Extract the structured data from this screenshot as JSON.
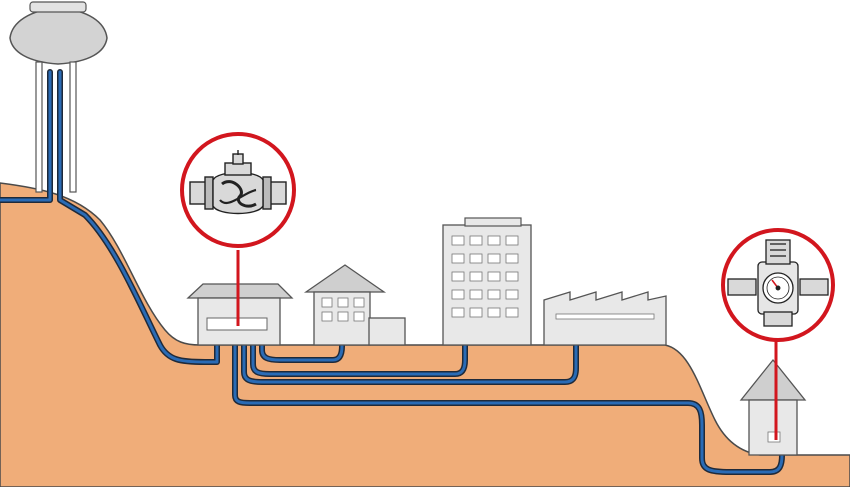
{
  "colors": {
    "background": "#ffffff",
    "ground": "#f0ad79",
    "ground_outline": "#4a4a4a",
    "pipe_fill": "#1f4f8f",
    "pipe_outline": "#1f2a3a",
    "building_fill": "#e8e8e8",
    "building_outline": "#555555",
    "window": "#ffffff",
    "roof": "#cfcfcf",
    "callout_ring": "#d2161e",
    "callout_fill": "#ffffff",
    "valve_body": "#d9d9d9",
    "valve_outline": "#222222"
  },
  "elements": {
    "water_tower": "water-tower",
    "pump_house": "pump-house",
    "house_small": "house",
    "office_tower": "office-building",
    "factory": "factory",
    "remote_house": "remote-house",
    "main_valve": "pressure-reducing-valve",
    "house_valve": "pressure-regulator-with-gauge"
  }
}
